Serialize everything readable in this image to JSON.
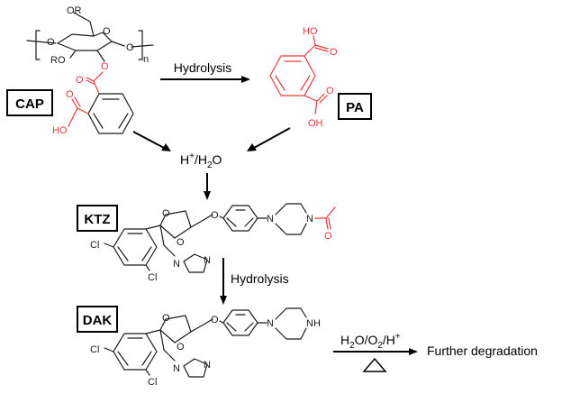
{
  "colors": {
    "ink": "#1a1a1a",
    "highlight": "#e8383b",
    "background": "#ffffff"
  },
  "compounds": {
    "cap": "CAP",
    "pa": "PA",
    "ktz": "KTZ",
    "dak": "DAK"
  },
  "reagents": {
    "hydrolysis_top": "Hydrolysis",
    "hydrolysis_middle": "Hydrolysis",
    "acid_water_main": "H",
    "acid_water_sup": "+",
    "acid_water_slash": "/H",
    "acid_water_sub": "2",
    "acid_water_end": "O",
    "final_conditions_prefix": "H",
    "final_conditions_sub1": "2",
    "final_conditions_mid": "O/O",
    "final_conditions_sub2": "2",
    "final_conditions_mid2": "/H",
    "final_conditions_sup": "+",
    "heat_symbol": "Δ"
  },
  "product": {
    "further_degradation": "Further degradation"
  },
  "atoms": {
    "or_top": "OR",
    "ro_left": "RO",
    "o_ring": "O",
    "o_link1": "O",
    "o_link2": "O",
    "n_subscript": "n",
    "cap_o_ester1": "O",
    "cap_o_ester2": "O",
    "cap_oh": "HO",
    "cap_o_acid": "O",
    "pa_oh1": "HO",
    "pa_o1": "O",
    "pa_o2": "O",
    "pa_oh2": "OH",
    "ktz_o1": "O",
    "ktz_o2": "O",
    "ktz_o3": "O",
    "ktz_n1": "N",
    "ktz_n2": "N",
    "ktz_o_acetyl": "O",
    "ktz_cl1": "Cl",
    "ktz_cl2": "Cl",
    "ktz_n_im1": "N",
    "ktz_n_im2": "N",
    "dak_o1": "O",
    "dak_o2": "O",
    "dak_o3": "O",
    "dak_n1": "N",
    "dak_nh": "NH",
    "dak_cl1": "Cl",
    "dak_cl2": "Cl",
    "dak_n_im1": "N",
    "dak_n_im2": "N"
  }
}
